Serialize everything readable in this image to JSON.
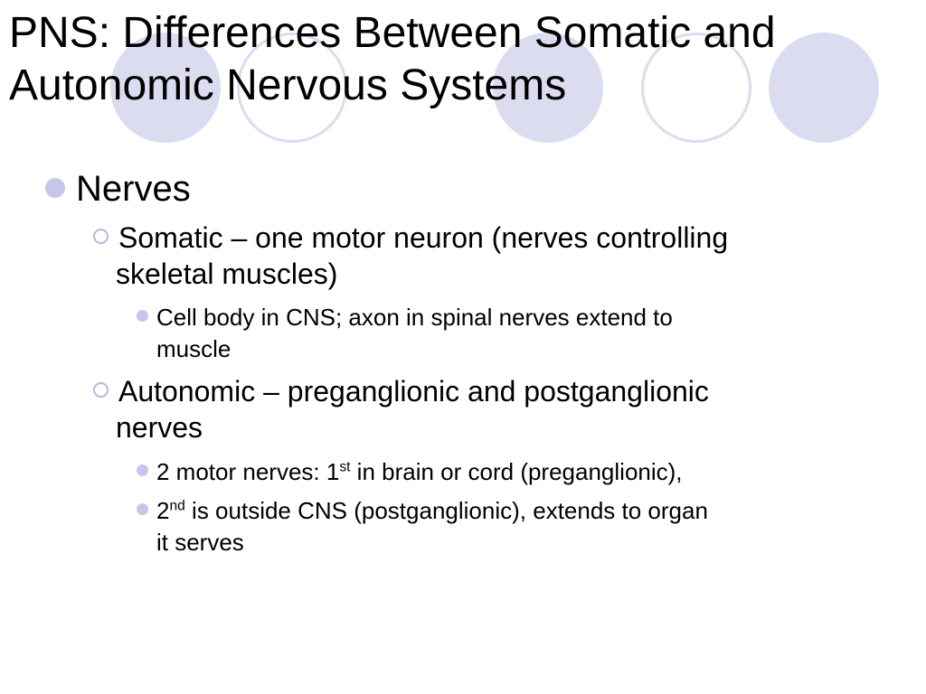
{
  "slide": {
    "title_line1": "PNS: Differences Between Somatic and",
    "title_line2": "Autonomic Nervous Systems",
    "accent_color": "#dcdcf0",
    "bullets": {
      "nerves": "Nerves",
      "somatic_line1": "Somatic – one motor neuron (nerves controlling",
      "somatic_line2": "skeletal muscles)",
      "cell_body_line1": "Cell body in CNS; axon in spinal nerves extend to",
      "cell_body_line2": "muscle",
      "autonomic_line1": "Autonomic – preganglionic and postganglionic",
      "autonomic_line2": "nerves",
      "two_motor_pre": "2 motor nerves: 1",
      "two_motor_sup": "st",
      "two_motor_post": " in brain or cord (preganglionic),",
      "second_pre": "2",
      "second_sup": "nd",
      "second_post": " is outside CNS (postganglionic), extends to organ",
      "second_line2": "it serves"
    }
  }
}
